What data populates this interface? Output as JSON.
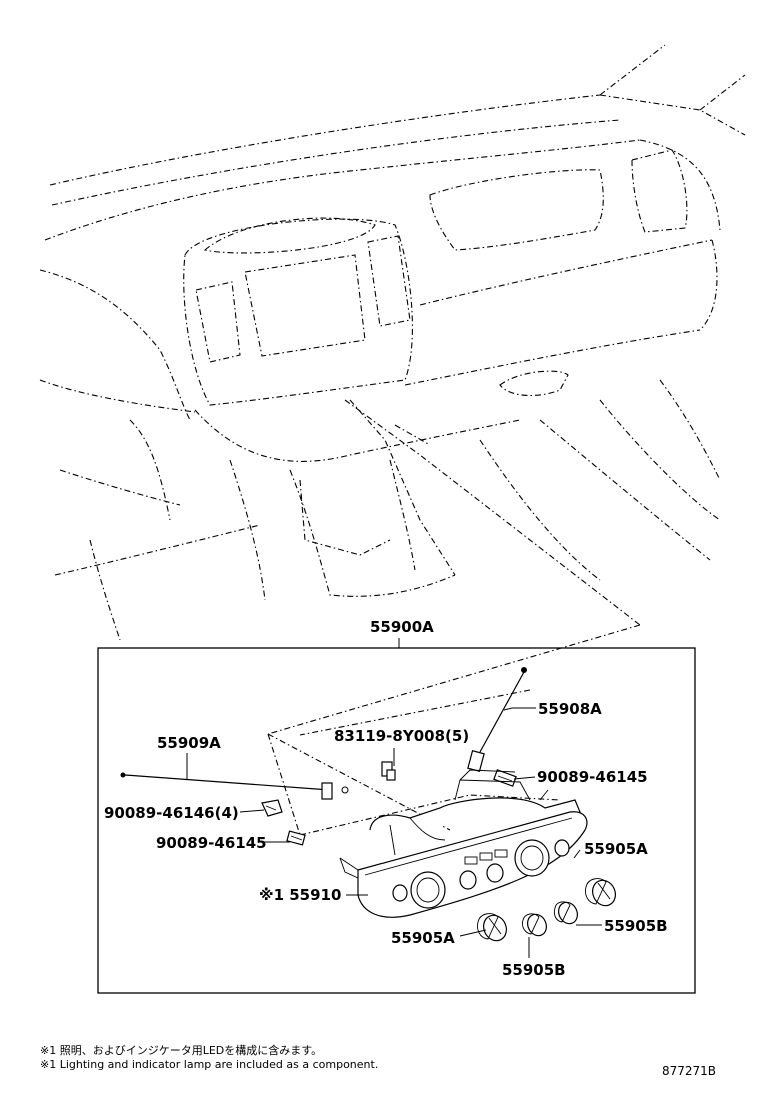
{
  "labels": {
    "assembly": "55900A",
    "cable_right": "55908A",
    "bulb": "83119-8Y008(5)",
    "cable_left": "55909A",
    "clip_right": "90089-46145",
    "clip_set": "90089-46146(4)",
    "clip_left": "90089-46145",
    "panel": "※1 55910",
    "knob_a_right": "55905A",
    "knob_b_right": "55905B",
    "knob_a_bottom": "55905A",
    "knob_b_bottom": "55905B"
  },
  "notes": {
    "jp": "※1 照明、およびインジケータ用LEDを構成に含みます。",
    "en": "※1 Lighting and indicator lamp are included as a component."
  },
  "reference_code": "877271B"
}
